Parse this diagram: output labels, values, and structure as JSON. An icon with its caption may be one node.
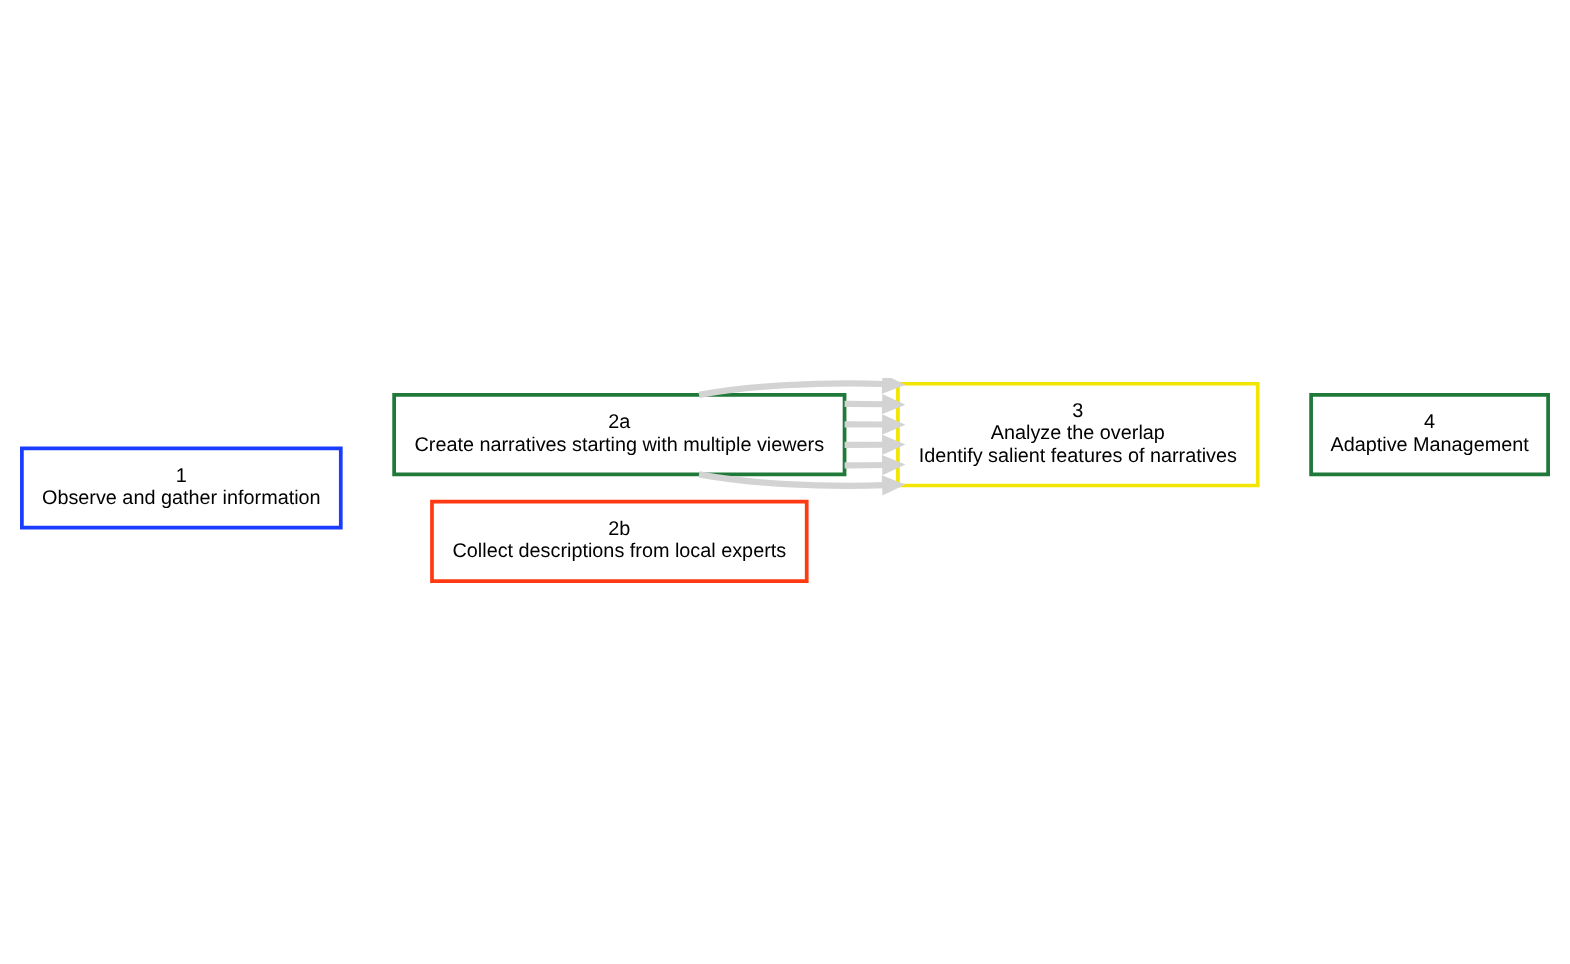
{
  "diagram": {
    "nodes": [
      {
        "text": [
          "1",
          "Observe and gather information"
        ]
      },
      {
        "text": [
          "2a",
          "Create narratives starting with multiple viewers"
        ]
      },
      {
        "text": [
          "3",
          "Analyze the overlap",
          "Identify salient features of narratives"
        ]
      },
      {
        "text": [
          "4",
          "Adaptive Management"
        ]
      },
      {
        "text": [
          "2b",
          "Collect descriptions from local experts"
        ]
      }
    ],
    "edges": [
      {
        "from": 1,
        "to": 2,
        "arrow": "to"
      },
      {
        "from": 1,
        "to": 2,
        "arrow": "to"
      },
      {
        "from": 1,
        "to": 2,
        "arrow": "to"
      },
      {
        "from": 1,
        "to": 2,
        "arrow": "to"
      },
      {
        "from": 1,
        "to": 2,
        "arrow": "to"
      },
      {
        "from": 1,
        "to": 2,
        "arrow": "to"
      }
    ]
  }
}
